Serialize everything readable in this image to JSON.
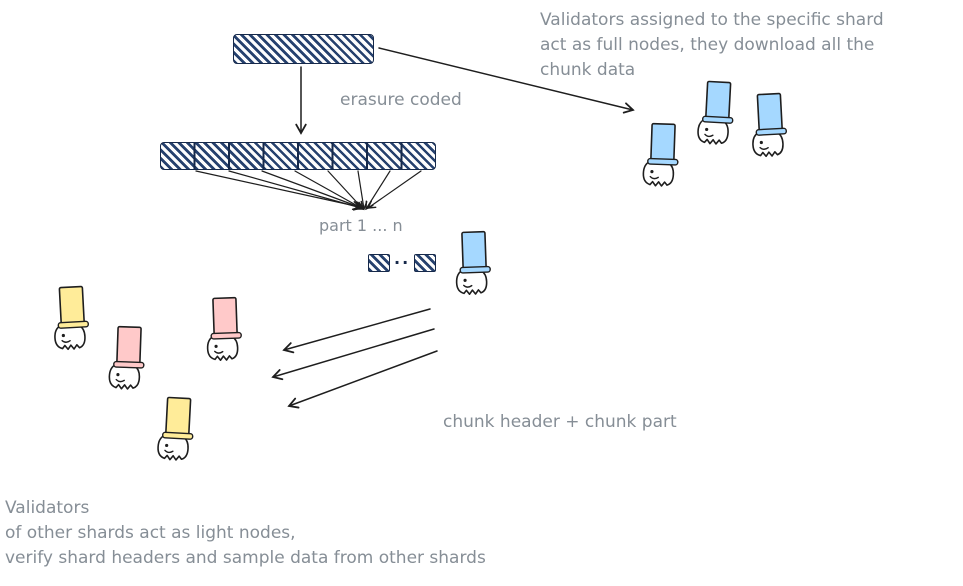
{
  "colors": {
    "hatch_dark": "#26416e",
    "hatch_border": "#16294a",
    "text_gray": "#868e96",
    "arrow_dark": "#1e1e1e",
    "validator_blue": "#a5d8ff",
    "validator_yellow": "#ffec99",
    "validator_pink": "#ffc9c9",
    "validator_body": "#ffffff"
  },
  "labels": {
    "erasure_coded": "erasure coded",
    "part_range": "part 1 ... n",
    "dots": "..",
    "chunk_transfer": "chunk header + chunk part"
  },
  "annotations": {
    "top_right_lines": [
      "Validators assigned to the specific shard",
      "act as full nodes, they download all the",
      "chunk data"
    ],
    "bottom_left_lines": [
      "Validators",
      "of other shards act as light nodes,",
      "verify shard headers and sample data from other shards"
    ]
  },
  "validators": [
    {
      "name": "validator-blue-distributor",
      "color": "validator_blue"
    },
    {
      "name": "validator-blue-full-node-1",
      "color": "validator_blue"
    },
    {
      "name": "validator-blue-full-node-2",
      "color": "validator_blue"
    },
    {
      "name": "validator-blue-full-node-3",
      "color": "validator_blue"
    },
    {
      "name": "validator-yellow-light-node-1",
      "color": "validator_yellow"
    },
    {
      "name": "validator-pink-light-node-1",
      "color": "validator_pink"
    },
    {
      "name": "validator-pink-light-node-2",
      "color": "validator_pink"
    },
    {
      "name": "validator-yellow-light-node-2",
      "color": "validator_yellow"
    }
  ]
}
